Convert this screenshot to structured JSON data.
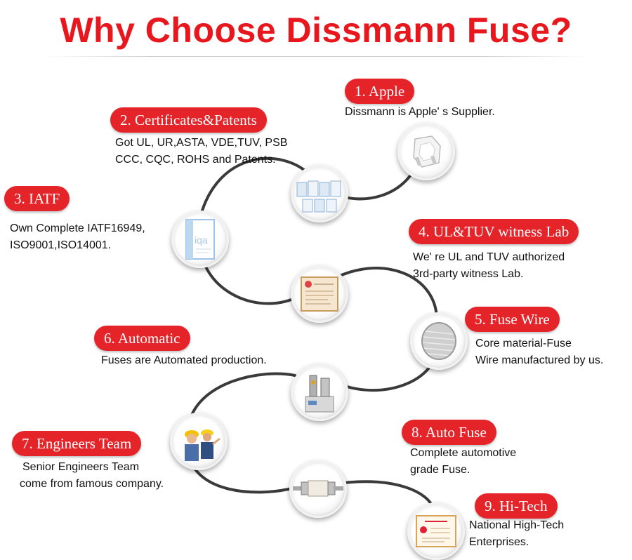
{
  "title": "Why Choose Dissmann Fuse?",
  "items": [
    {
      "label": "1. Apple",
      "lines": [
        "Dissmann is Apple' s Supplier."
      ],
      "icon": "power-plug-icon"
    },
    {
      "label": "2. Certificates&Patents",
      "lines": [
        "Got UL, UR,ASTA, VDE,TUV, PSB",
        "CCC, CQC, ROHS and Patents."
      ],
      "icon": "certificates-icon"
    },
    {
      "label": "3. IATF",
      "lines": [
        "Own Complete IATF16949,",
        "ISO9001,ISO14001."
      ],
      "icon": "iatf-certificate-icon"
    },
    {
      "label": "4. UL&TUV witness Lab",
      "lines": [
        "We' re UL and TUV authorized",
        "3rd-party witness Lab."
      ],
      "icon": "witness-lab-certificate-icon"
    },
    {
      "label": "5. Fuse Wire",
      "lines": [
        "Core material-Fuse",
        "Wire manufactured by us."
      ],
      "icon": "wire-spool-icon"
    },
    {
      "label": "6. Automatic",
      "lines": [
        "Fuses are Automated production."
      ],
      "icon": "automatic-machine-icon"
    },
    {
      "label": "7. Engineers Team",
      "lines": [
        "Senior Engineers Team",
        "come from famous company."
      ],
      "icon": "engineers-icon"
    },
    {
      "label": "8. Auto Fuse",
      "lines": [
        "Complete automotive",
        "grade Fuse."
      ],
      "icon": "cartridge-fuse-icon"
    },
    {
      "label": "9. Hi-Tech",
      "lines": [
        "National High-Tech",
        "Enterprises."
      ],
      "icon": "hitech-certificate-icon"
    }
  ],
  "colors": {
    "accent": "#e5242a",
    "title": "#e8171d",
    "curve": "#333333",
    "text": "#111111"
  }
}
